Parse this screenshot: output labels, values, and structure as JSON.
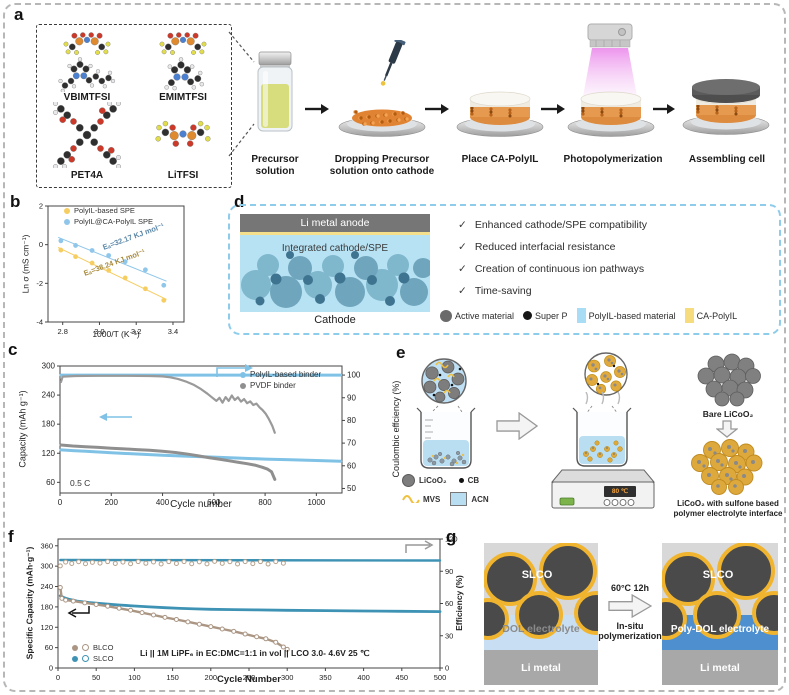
{
  "panels": {
    "a": {
      "label": "a",
      "molecules": [
        "VBIMTFSI",
        "EMIMTFSI",
        "PET4A",
        "LiTFSI"
      ],
      "steps": [
        "Precursor solution",
        "Dropping Precursor solution onto cathode",
        "Place CA-PolyIL",
        "Photopolymerization",
        "Assembling cell"
      ]
    },
    "b": {
      "label": "b"
    },
    "c": {
      "label": "c"
    },
    "d": {
      "label": "d",
      "anode": "Li metal anode",
      "integrated": "Integrated cathode/SPE",
      "cathode": "Cathode",
      "check_glyph": "✓",
      "checklist": [
        "Enhanced cathode/SPE compatibility",
        "Reduced interfacial resistance",
        "Creation of continuous ion pathways",
        "Time-saving"
      ],
      "legend": [
        {
          "label": "Active material",
          "color": "#6a6a6a",
          "shape": "circle-lg"
        },
        {
          "label": "Super P",
          "color": "#161616",
          "shape": "circle-sm"
        },
        {
          "label": "PolyIL-based material",
          "color": "#a9ddf5",
          "shape": "rect"
        },
        {
          "label": "CA-PolyIL",
          "color": "#f7dc7e",
          "shape": "rect"
        }
      ]
    },
    "e": {
      "label": "e",
      "legend": [
        {
          "label": "LiCoO₂",
          "marker": "gray-circle"
        },
        {
          "label": "CB",
          "marker": "black-dot"
        },
        {
          "label": "MVS",
          "marker": "yellow-squiggle"
        },
        {
          "label": "ACN",
          "marker": "blue-square"
        }
      ],
      "hotplate_display": "80 ℃",
      "bare_label": "Bare LiCoO₂",
      "coated_label": "LiCoO₂ with sulfone based polymer electrolyte interface"
    },
    "f": {
      "label": "f"
    },
    "g": {
      "label": "g",
      "slco": "SLCO",
      "left_mid": "DOL electrolyte",
      "right_mid": "Poly-DOL electrolyte",
      "li_metal": "Li metal",
      "arrow_top": "60°C 12h",
      "arrow_bottom": "In-situ polymerization"
    }
  },
  "chart_data": [
    {
      "id": "b",
      "type": "scatter",
      "xlabel": "1000/T (K⁻¹)",
      "ylabel": "Ln σ (mS cm⁻¹)",
      "xlim": [
        2.72,
        3.46
      ],
      "xticks": [
        "2.8",
        "3.0",
        "3.2",
        "3.4"
      ],
      "ylim_left": [
        -4,
        2
      ],
      "yticks_left": [
        "-4",
        "-2",
        "0",
        "2"
      ],
      "legend_pos": "top-left-inside",
      "annotations": [
        "Eₐ=32.17 KJ mol⁻¹",
        "Eₐ=38.24 KJ mol⁻¹"
      ],
      "legend": [
        {
          "label": "PolyIL-based SPE",
          "color": "#f6cd61"
        },
        {
          "label": "PolyIL@CA-PolyIL SPE",
          "color": "#8fc6e9"
        }
      ],
      "series": [
        {
          "name": "PolyIL-based SPE",
          "color": "#f6cd61",
          "axis": "left",
          "fit": true,
          "points": [
            [
              2.79,
              -0.28
            ],
            [
              2.87,
              -0.62
            ],
            [
              2.96,
              -0.95
            ],
            [
              3.05,
              -1.33
            ],
            [
              3.14,
              -1.72
            ],
            [
              3.25,
              -2.28
            ],
            [
              3.35,
              -2.88
            ]
          ]
        },
        {
          "name": "PolyIL@CA-PolyIL SPE",
          "color": "#8fc6e9",
          "axis": "left",
          "fit": true,
          "points": [
            [
              2.79,
              0.2
            ],
            [
              2.87,
              -0.04
            ],
            [
              2.96,
              -0.3
            ],
            [
              3.05,
              -0.56
            ],
            [
              3.14,
              -0.88
            ],
            [
              3.25,
              -1.3
            ],
            [
              3.35,
              -2.1
            ]
          ]
        }
      ]
    },
    {
      "id": "c",
      "type": "line",
      "xlabel": "Cycle number",
      "ylabel_left": "Capacity (mAh g⁻¹)",
      "ylabel_right": "Coulombic effciency (%)",
      "annotation": "0.5 C",
      "xlim": [
        0,
        1100
      ],
      "xticks": [
        "0",
        "200",
        "400",
        "600",
        "800",
        "1000"
      ],
      "ylim_left": [
        38,
        300
      ],
      "yticks_left": [
        "60",
        "120",
        "180",
        "240",
        "300"
      ],
      "ylim_right": [
        48,
        104
      ],
      "yticks_right": [
        "50",
        "60",
        "70",
        "80",
        "90",
        "100"
      ],
      "legend": [
        {
          "label": "PolyIL-based binder",
          "color": "#7fc2e6"
        },
        {
          "label": "PVDF binder",
          "color": "#8f8f8f"
        }
      ],
      "series": [
        {
          "name": "PolyIL-based binder CE",
          "color": "#7fc2e6",
          "axis": "right",
          "width": 3,
          "points": [
            [
              4,
              100
            ],
            [
              1095,
              100
            ]
          ]
        },
        {
          "name": "PVDF binder CE",
          "color": "#9a9a9a",
          "axis": "right",
          "width": 2.2,
          "points": [
            [
              4,
              97
            ],
            [
              10,
              99.3
            ],
            [
              60,
              99.6
            ],
            [
              150,
              99.7
            ],
            [
              250,
              99.7
            ],
            [
              350,
              99.6
            ],
            [
              400,
              99.4
            ],
            [
              430,
              99
            ],
            [
              460,
              98.3
            ],
            [
              490,
              97.2
            ],
            [
              520,
              95.8
            ],
            [
              550,
              93.8
            ],
            [
              575,
              91.8
            ],
            [
              595,
              90
            ],
            [
              610,
              88.6
            ],
            [
              622,
              90
            ],
            [
              634,
              87.8
            ],
            [
              646,
              90.3
            ],
            [
              658,
              88.6
            ],
            [
              670,
              91
            ],
            [
              682,
              89
            ],
            [
              694,
              90.2
            ],
            [
              706,
              88.3
            ],
            [
              718,
              89.4
            ],
            [
              730,
              87.6
            ],
            [
              742,
              88.4
            ],
            [
              754,
              86.8
            ],
            [
              766,
              87.4
            ],
            [
              778,
              85.8
            ],
            [
              790,
              84.6
            ],
            [
              802,
              83
            ],
            [
              815,
              80.6
            ],
            [
              828,
              77.6
            ],
            [
              838,
              74.6
            ]
          ]
        },
        {
          "name": "PolyIL-based binder",
          "color": "#7fc2e6",
          "axis": "left",
          "width": 3,
          "points": [
            [
              4,
              127
            ],
            [
              50,
              125.5
            ],
            [
              100,
              124
            ],
            [
              200,
              121
            ],
            [
              300,
              118.5
            ],
            [
              400,
              116
            ],
            [
              500,
              114
            ],
            [
              600,
              112
            ],
            [
              700,
              110
            ],
            [
              800,
              108
            ],
            [
              900,
              106.5
            ],
            [
              1000,
              105
            ],
            [
              1095,
              103.5
            ]
          ]
        },
        {
          "name": "PVDF binder",
          "color": "#8f8f8f",
          "axis": "left",
          "width": 3,
          "points": [
            [
              4,
              137
            ],
            [
              50,
              135
            ],
            [
              100,
              133.5
            ],
            [
              150,
              132
            ],
            [
              200,
              130.5
            ],
            [
              250,
              129
            ],
            [
              300,
              127.5
            ],
            [
              350,
              126
            ],
            [
              400,
              124
            ],
            [
              450,
              121.5
            ],
            [
              500,
              118
            ],
            [
              540,
              114.5
            ],
            [
              580,
              111
            ],
            [
              620,
              108
            ],
            [
              660,
              104.5
            ],
            [
              700,
              101
            ],
            [
              730,
              98.5
            ],
            [
              760,
              95.5
            ],
            [
              790,
              91
            ],
            [
              810,
              87
            ],
            [
              825,
              82
            ],
            [
              838,
              66
            ]
          ]
        }
      ]
    },
    {
      "id": "f",
      "type": "line",
      "xlabel": "Cycle Number",
      "ylabel_left": "Specific Capacity (mAh·g⁻¹)",
      "ylabel_right": "Efficiency (%)",
      "annotation": "Li || 1M LiPF₆ in EC:DMC=1:1 in vol || LCO  3.0- 4.6V  25 ℃",
      "xlim": [
        0,
        500
      ],
      "xticks": [
        "0",
        "50",
        "100",
        "150",
        "200",
        "250",
        "300",
        "350",
        "400",
        "450",
        "500"
      ],
      "ylim_left": [
        0,
        380
      ],
      "yticks_left": [
        "0",
        "60",
        "120",
        "180",
        "240",
        "300",
        "360"
      ],
      "ylim_right": [
        0,
        120
      ],
      "yticks_right": [
        "0",
        "30",
        "60",
        "90",
        "120"
      ],
      "legend": [
        {
          "label": "BLCO",
          "color": "#ab9684"
        },
        {
          "label": "SLCO",
          "color": "#3e93b5"
        }
      ],
      "series": [
        {
          "name": "SLCO CE",
          "color": "#3e93b5",
          "axis": "right",
          "width": 2.4,
          "points": [
            [
              3,
              100.5
            ],
            [
              500,
              100
            ]
          ]
        },
        {
          "name": "BLCO CE",
          "color": "#b5a28d",
          "axis": "right",
          "marker": "open",
          "line": false,
          "points": [
            [
              3,
              95
            ],
            [
              10,
              98.5
            ],
            [
              18,
              97.2
            ],
            [
              27,
              98.8
            ],
            [
              36,
              97
            ],
            [
              45,
              98.3
            ],
            [
              55,
              97.6
            ],
            [
              65,
              98.9
            ],
            [
              75,
              97.2
            ],
            [
              85,
              98.5
            ],
            [
              95,
              97
            ],
            [
              105,
              99
            ],
            [
              115,
              97.4
            ],
            [
              125,
              98.6
            ],
            [
              135,
              96.8
            ],
            [
              145,
              98.9
            ],
            [
              155,
              97.2
            ],
            [
              165,
              99
            ],
            [
              175,
              97
            ],
            [
              185,
              98.7
            ],
            [
              195,
              96.9
            ],
            [
              205,
              99.2
            ],
            [
              215,
              97.3
            ],
            [
              225,
              98.8
            ],
            [
              235,
              96.8
            ],
            [
              245,
              99
            ],
            [
              255,
              97.1
            ],
            [
              265,
              98.9
            ],
            [
              275,
              96.7
            ],
            [
              285,
              99
            ],
            [
              295,
              97.5
            ]
          ]
        },
        {
          "name": "SLCO",
          "color": "#3e93b5",
          "axis": "left",
          "width": 2.8,
          "points": [
            [
              3,
              213
            ],
            [
              8,
              207
            ],
            [
              15,
              202
            ],
            [
              25,
              197
            ],
            [
              40,
              193
            ],
            [
              60,
              189
            ],
            [
              80,
              185.5
            ],
            [
              100,
              182.5
            ],
            [
              120,
              180
            ],
            [
              140,
              177.5
            ],
            [
              160,
              175.5
            ],
            [
              180,
              174
            ],
            [
              200,
              173
            ],
            [
              230,
              172
            ],
            [
              260,
              171
            ],
            [
              300,
              170
            ],
            [
              350,
              169
            ],
            [
              400,
              168
            ],
            [
              450,
              167
            ],
            [
              500,
              166
            ]
          ]
        },
        {
          "name": "BLCO",
          "color": "#ab9684",
          "axis": "left",
          "width": 2.4,
          "marker": "open",
          "points": [
            [
              3,
              237
            ],
            [
              5,
              205
            ],
            [
              10,
              200
            ],
            [
              20,
              197
            ],
            [
              35,
              192
            ],
            [
              50,
              187
            ],
            [
              65,
              182
            ],
            [
              80,
              176
            ],
            [
              95,
              170
            ],
            [
              110,
              163
            ],
            [
              125,
              156
            ],
            [
              140,
              149
            ],
            [
              155,
              143
            ],
            [
              170,
              136
            ],
            [
              185,
              129
            ],
            [
              200,
              122
            ],
            [
              215,
              115
            ],
            [
              230,
              108
            ],
            [
              245,
              100
            ],
            [
              260,
              92
            ],
            [
              272,
              86
            ],
            [
              285,
              76
            ],
            [
              295,
              62
            ],
            [
              300,
              55
            ]
          ]
        }
      ]
    }
  ]
}
